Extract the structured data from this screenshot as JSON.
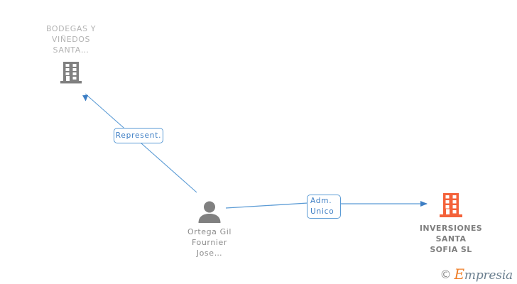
{
  "diagram": {
    "background_color": "#ffffff",
    "edge_color": "#5b9bd5",
    "nodes": [
      {
        "id": "bodegas",
        "type": "company",
        "icon": "building-icon",
        "icon_color": "#808080",
        "label": "BODEGAS Y\nVIÑEDOS\nSANTA…"
      },
      {
        "id": "ortega",
        "type": "person",
        "icon": "person-icon",
        "icon_color": "#808080",
        "label": "Ortega Gil\nFournier\nJose…"
      },
      {
        "id": "inversiones",
        "type": "company",
        "icon": "building-icon",
        "icon_color": "#f4623a",
        "label": "INVERSIONES\nSANTA\nSOFIA SL"
      }
    ],
    "edges": [
      {
        "id": "represent",
        "from": "ortega",
        "to": "bodegas",
        "label": "Represent."
      },
      {
        "id": "adm-unico",
        "from": "ortega",
        "to": "inversiones",
        "label": "Adm.\nUnico"
      }
    ]
  },
  "watermark": {
    "copyright": "©",
    "brand_initial": "E",
    "brand_rest": "mpresia"
  }
}
